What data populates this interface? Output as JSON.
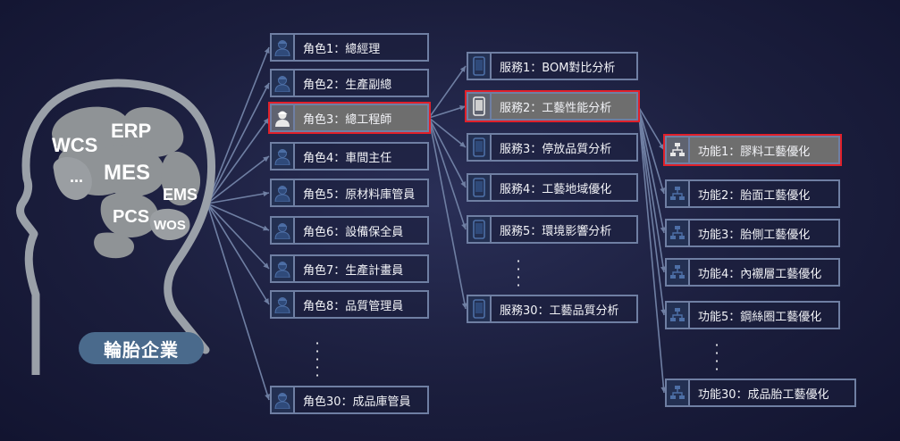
{
  "brain": {
    "labels": [
      "WCS",
      "ERP",
      "MES",
      "...",
      "EMS",
      "PCS",
      "WOS"
    ],
    "company": "輪胎企業"
  },
  "roles": [
    "角色1：總經理",
    "角色2：生產副總",
    "角色3：總工程師",
    "角色4：車間主任",
    "角色5：原材料庫管員",
    "角色6：設備保全員",
    "角色7：生產計畫員",
    "角色8：品質管理員",
    "角色30：成品庫管員"
  ],
  "services": [
    "服務1：BOM對比分析",
    "服務2：工藝性能分析",
    "服務3：停放品質分析",
    "服務4：工藝地域優化",
    "服務5：環境影響分析",
    "服務30：工藝品質分析"
  ],
  "functions": [
    "功能1：膠料工藝優化",
    "功能2：胎面工藝優化",
    "功能3：胎側工藝優化",
    "功能4：內襯層工藝優化",
    "功能5：鋼絲圈工藝優化",
    "功能30：成品胎工藝優化"
  ],
  "selected": {
    "role": 2,
    "service": 1,
    "function": 0
  },
  "colors": {
    "line": "#6f7fa3",
    "highlight": "#e0202a",
    "badge": "#4a6a8c"
  },
  "icons": {
    "role": "worker-icon",
    "service": "tablet-icon",
    "function": "flowchart-icon"
  }
}
